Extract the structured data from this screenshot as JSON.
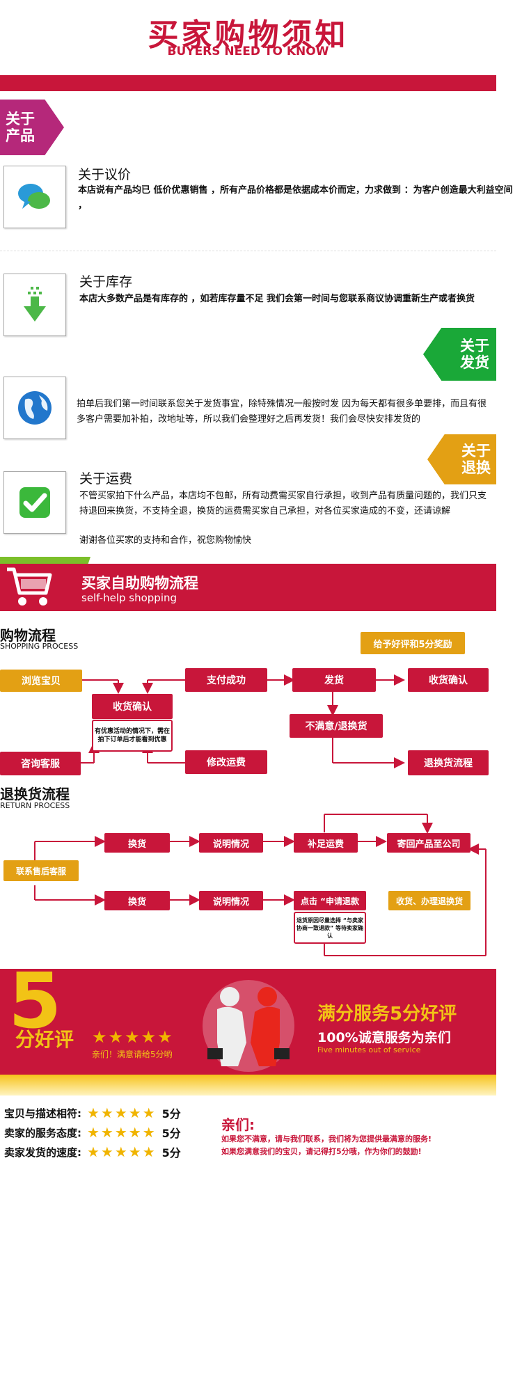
{
  "header": {
    "title_cn": "买家购物须知",
    "title_en": "BUYERS NEED TO KNOW"
  },
  "ribbons": {
    "product": [
      "关于",
      "产品"
    ],
    "shipping": [
      "关于",
      "发货"
    ],
    "returns": [
      "关于",
      "退换"
    ]
  },
  "sections": [
    {
      "title": "关于议价",
      "body": "本店说有产品均已 低价优惠销售 ，所有产品价格都是依据成本价而定，力求做到 ：为客户创造最大利益空间 ，",
      "icon": "chat-bubbles-icon"
    },
    {
      "title": "关于库存",
      "body": "本店大多数产品是有库存的 ，如若库存量不足 我们会第一时间与您联系商议协调重新生产或者换货",
      "icon": "download-arrow-icon"
    },
    {
      "title": "",
      "body": "拍单后我们第一时间联系您关于发货事宜，除特殊情况一般按时发 因为每天都有很多单要排，而且有很多客户需要加补拍，改地址等，所以我们会整理好之后再发货！我们会尽快安排发货的",
      "icon": "globe-icon"
    },
    {
      "title": "关于运费",
      "body": "不管买家拍下什么产品，本店均不包邮，所有动费需买家自行承担，收到产品有质量问题的，我们只支持退回来换货，不支持全退，换货的运费需买家自己承担，对各位买家造成的不变，还请谅解",
      "body2": "谢谢各位买家的支持和合作，祝您购物愉快",
      "icon": "checkmark-icon"
    }
  ],
  "self_help": {
    "title_cn": "买家自助购物流程",
    "title_en": "self-help shopping"
  },
  "shopping": {
    "title_cn": "购物流程",
    "title_en": "SHOPPING PROCESS",
    "reward": "给予好评和5分奖励",
    "browse": "浏览宝贝",
    "pay": "支付成功",
    "ship": "发货",
    "confirm_receipt": "收货确认",
    "confirm_receipt_mid": "收货确认",
    "note": "有优惠活动的情况下，需在拍下订单后才能看到优惠",
    "unsatisfied": "不满意/退换货",
    "consult": "咨询客服",
    "modify_freight": "修改运费",
    "return_flow": "退换货流程"
  },
  "returns_flow": {
    "title_cn": "退换货流程",
    "title_en": "RETURN PROCESS",
    "contact": "联系售后客服",
    "exchange_top": "换货",
    "explain_top": "说明情况",
    "supplement": "补足运费",
    "send_back": "寄回产品至公司",
    "exchange_bottom": "换货",
    "explain_bottom": "说明情况",
    "apply_refund": "点击 “申请退款",
    "refund_note": "退货原因尽量选择 “与卖家协商一致退款” 等待卖家确认",
    "handle_refund": "收货、办理退换货"
  },
  "review_banner": {
    "big_five": "5",
    "title": "分好评",
    "stars": "★★★★★",
    "sub": "亲们！满意请给5分哟",
    "right_title": "满分服务5分好评",
    "right_sub": "100%诚意服务为亲们",
    "right_en": "Five minutes out of service"
  },
  "ratings": [
    {
      "label": "宝贝与描述相符:",
      "stars": "★★★★★",
      "score": "5分"
    },
    {
      "label": "卖家的服务态度:",
      "stars": "★★★★★",
      "score": "5分"
    },
    {
      "label": "卖家发货的速度:",
      "stars": "★★★★★",
      "score": "5分"
    }
  ],
  "closing": {
    "title": "亲们:",
    "line1": "如果您不满意，请与我们联系，我们将为您提供最满意的服务!",
    "line2": "如果您满意我们的宝贝，请记得打5分哦，作为你们的鼓励!"
  },
  "colors": {
    "brand_red": "#c8163a",
    "magenta": "#b5287a",
    "green": "#1aa838",
    "orange": "#e3a014"
  }
}
